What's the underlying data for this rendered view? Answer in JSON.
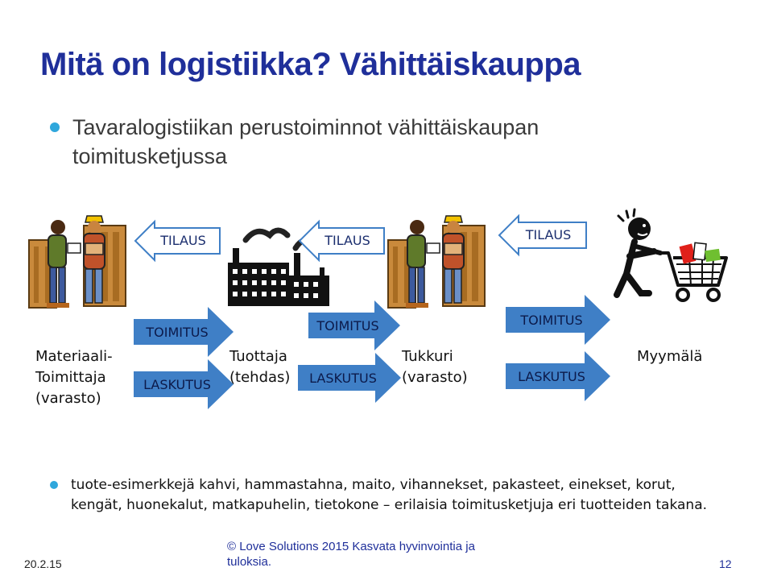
{
  "title": "Mitä on logistiikka? Vähittäiskauppa",
  "bullets": {
    "intro": "Tavaralogistiikan perustoiminnot vähittäiskaupan toimitusketjussa",
    "examples": "tuote-esimerkkejä kahvi, hammastahna, maito, vihannekset, pakasteet, einekset, korut, kengät, huonekalut, matkapuhelin, tietokone – erilaisia toimitusketjuja eri tuotteiden takana."
  },
  "chain": {
    "order_label": "TILAUS",
    "delivery_label": "TOIMITUS",
    "invoice_label": "LASKUTUS",
    "nodes": {
      "supplier_l1": "Materiaali-",
      "supplier_l2": "Toimittaja",
      "supplier_l3": "(varasto)",
      "producer_l1": "Tuottaja",
      "producer_l2": "(tehdas)",
      "wholesaler_l1": "Tukkuri",
      "wholesaler_l2": "(varasto)",
      "store": "Myymälä"
    }
  },
  "footer": {
    "date": "20.2.15",
    "copyright": "© Love Solutions 2015 Kasvata hyvinvointia ja tuloksia.",
    "page": "12"
  },
  "colors": {
    "title": "#1f2f9a",
    "bullet": "#2fa7dc",
    "arrow_fill": "#3f7fc6",
    "arrow_text": "#1b2e6e"
  }
}
